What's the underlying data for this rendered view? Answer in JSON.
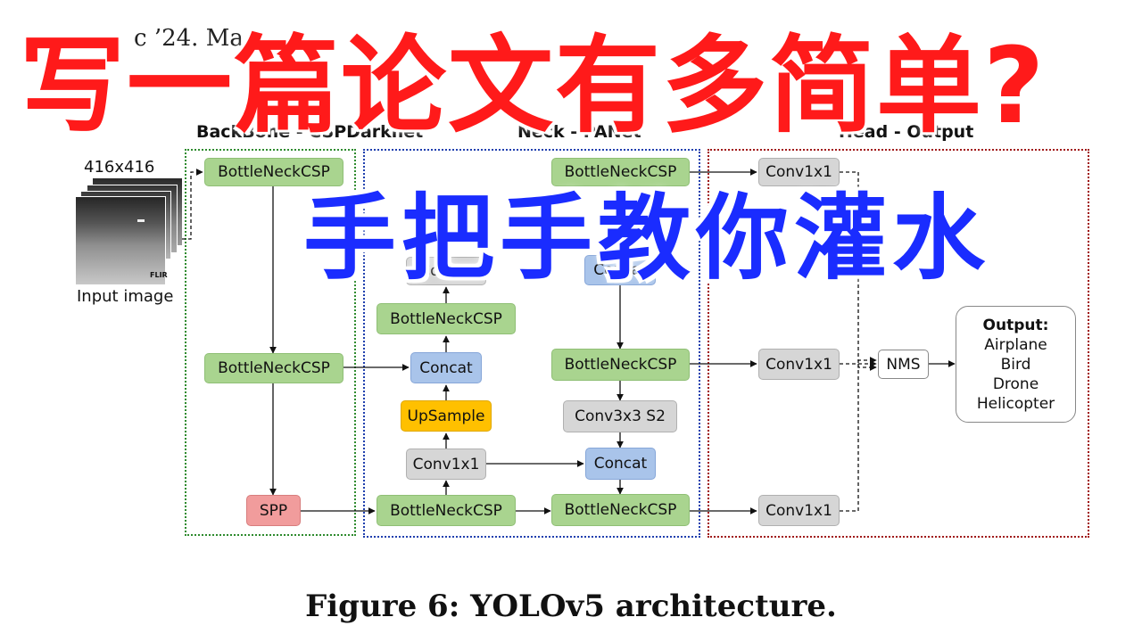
{
  "header_fragment": "c ’24. Ma",
  "overlay": {
    "title": "写一篇论文有多简单?",
    "subtitle": "手把手教你灌水"
  },
  "sections": {
    "backbone": "BackBone - CSPDarknet",
    "neck": "Neck - PANet",
    "head": "Head - Output"
  },
  "input": {
    "size_label": "416x416",
    "caption": "Input image",
    "flir_mark": "FLIR"
  },
  "nodes": {
    "bb1": "BottleNeckCSP",
    "bb2": "BottleNeckCSP",
    "spp": "SPP",
    "n_concat_top": "Concat",
    "n_bn_top": "BottleNeckCSP",
    "n_concat_mid": "Concat",
    "n_upsample": "UpSample",
    "n_conv1": "Conv1x1",
    "n_bn_bot": "BottleNeckCSP",
    "r_bn_top": "BottleNeckCSP",
    "r_concat_top": "Concat",
    "r_bn_mid": "BottleNeckCSP",
    "r_conv3": "Conv3x3 S2",
    "r_concat_bot": "Concat",
    "r_bn_bot": "BottleNeckCSP",
    "h_conv_top": "Conv1x1",
    "h_conv_mid": "Conv1x1",
    "h_conv_bot": "Conv1x1",
    "nms": "NMS"
  },
  "output": {
    "title": "Output:",
    "classes": [
      "Airplane",
      "Bird",
      "Drone",
      "Helicopter"
    ]
  },
  "caption": "Figure 6: YOLOv5 architecture.",
  "colors": {
    "backbone_border": "#2e8b2e",
    "neck_border": "#1f3fae",
    "head_border": "#a01818",
    "overlay_red": "#ff1a1a",
    "overlay_blue": "#1a2cff"
  }
}
